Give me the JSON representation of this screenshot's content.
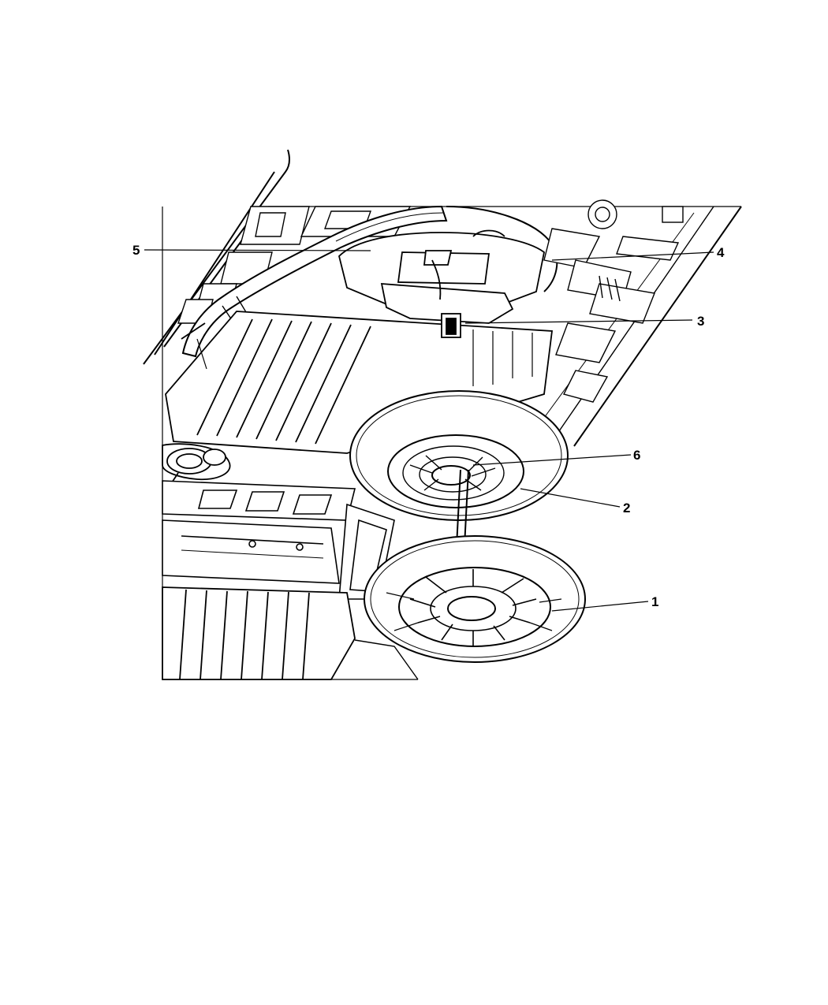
{
  "colors": {
    "background": "#ffffff",
    "line": "#000000",
    "light_line": "#444444"
  },
  "callouts": [
    {
      "id": "5",
      "label": "5"
    },
    {
      "id": "4",
      "label": "4"
    },
    {
      "id": "3",
      "label": "3"
    },
    {
      "id": "6",
      "label": "6"
    },
    {
      "id": "2",
      "label": "2"
    },
    {
      "id": "1",
      "label": "1"
    }
  ]
}
